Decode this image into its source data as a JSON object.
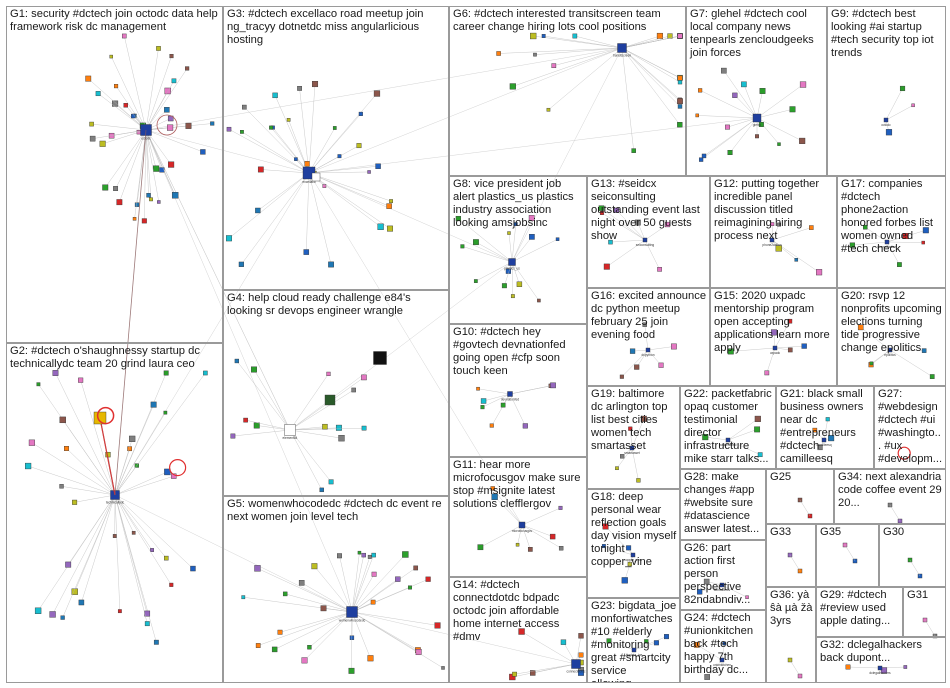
{
  "groups": [
    {
      "id": "G1",
      "label": "G1: security #dctech join octodc data help framework risk dc management"
    },
    {
      "id": "G2",
      "label": "G2: #dctech o'shaughnessy startup dc technicallydc team 20 grind laura ceo"
    },
    {
      "id": "G3",
      "label": "G3: #dctech excellaco road meetup join ng_tracyy dotnetdc miss angularlicious hosting"
    },
    {
      "id": "G4",
      "label": "G4: help cloud ready challenge e84's looking sr devops engineer wrangle"
    },
    {
      "id": "G5",
      "label": "G5: womenwhocodedc #dctech dc event re next women join level tech"
    },
    {
      "id": "G6",
      "label": "G6: #dctech interested transitscreen team career change hiring lots cool positions"
    },
    {
      "id": "G7",
      "label": "G7: glehel #dctech cool local company news tenpearls zencloudgeeks join forces"
    },
    {
      "id": "G8",
      "label": "G8: vice president job alert plastics_us plastics industry association looking amsjobsinc"
    },
    {
      "id": "G9",
      "label": "G9: #dctech best looking #ai startup #tech security top iot trends"
    },
    {
      "id": "G10",
      "label": "G10: #dctech hey #govtech devnationfed going open #cfp soon touch keen"
    },
    {
      "id": "G11",
      "label": "G11: hear more microfocusgov make sure stop #msignite latest solutions clefflergov"
    },
    {
      "id": "G12",
      "label": "G12: putting together incredible panel discussion titled reimagining hiring process next"
    },
    {
      "id": "G13",
      "label": "G13: #seidcx seiconsulting outstanding event last night over 50 guests show"
    },
    {
      "id": "G14",
      "label": "G14: #dctech connectdotdc bdpadc octodc join affordable home internet access #dmv"
    },
    {
      "id": "G15",
      "label": "G15: 2020 uxpadc mentorship program open accepting applications learn more apply"
    },
    {
      "id": "G16",
      "label": "G16: excited announce dc python meetup february 25 join evening food"
    },
    {
      "id": "G17",
      "label": "G17: companies #dctech phone2action honored forbes list women owned #tech check"
    },
    {
      "id": "G18",
      "label": "G18: deep personal wear reflection goals day vision myself tonight copper_vine"
    },
    {
      "id": "G19",
      "label": "G19: baltimore dc arlington top list best cities women tech smartasset"
    },
    {
      "id": "G20",
      "label": "G20: rsvp 12 nonprofits upcoming elections turning tide progressive change epolitics"
    },
    {
      "id": "G21",
      "label": "G21: black small business owners near dc #entrepreneurs #dctech camilleesq"
    },
    {
      "id": "G22",
      "label": "G22: packetfabric opaq customer testimonial director infrastructure mike starr talks..."
    },
    {
      "id": "G23",
      "label": "G23: bigdata_joe monfortiwatches #10 #elderly #monitoring great #smartcity service allowing..."
    },
    {
      "id": "G24",
      "label": "G24: #dctech #unionkitchen back #tech happy 7th birthday dc..."
    },
    {
      "id": "G25",
      "label": "G25"
    },
    {
      "id": "G26",
      "label": "G26: part action first person perspective 82ndabndiv..."
    },
    {
      "id": "G27",
      "label": "G27: #webdesign #dctech #ui #washingto... #ux #developm..."
    },
    {
      "id": "G28",
      "label": "G28: make changes #app #website sure #datascience answer latest..."
    },
    {
      "id": "G29",
      "label": "G29: #dctech #review used apple dating..."
    },
    {
      "id": "G30",
      "label": "G30"
    },
    {
      "id": "G31",
      "label": "G31"
    },
    {
      "id": "G32",
      "label": "G32: dclegalhackers back dupont..."
    },
    {
      "id": "G33",
      "label": "G33"
    },
    {
      "id": "G34",
      "label": "G34: next alexandria code coffee event 29 20..."
    },
    {
      "id": "G35",
      "label": "G35"
    },
    {
      "id": "G36",
      "label": "G36: yà ŝà µà žà 3yrs"
    }
  ],
  "node_labels": {
    "octodc": "octodc",
    "technicallydc": "technicallydc",
    "womenwhocodedc": "womenwhocodedc",
    "excellaco": "excellaco",
    "transitscreen": "transitscreen",
    "glehel": "glehel",
    "plastics_us": "plastics_us",
    "element84": "element84",
    "devnationfed": "devnationfed",
    "microfocusgov": "microfocusgov",
    "connectdotdc": "connectdotdc",
    "dc_python": "dcpython",
    "seiconsulting": "seiconsulting",
    "uxpadc": "uxpadc",
    "phone2action": "phone2action",
    "copper_vine": "copper_vine",
    "smartasset": "smartasset",
    "epolitics": "epolitics",
    "camilleesq": "camilleesq",
    "packetfabric": "packetfabric",
    "bigdata_joe": "bigdata_joe",
    "unionkitchen": "unionkitchen",
    "82ndabndiv": "82ndabndiv",
    "dclegalhackers": "dclegalhackers"
  },
  "colors": {
    "frame": "#9a9a9a",
    "edge": "#b8b8b8",
    "edge_strong": "#8a5a5a",
    "self_loop": "#e03030",
    "text": "#1a1a1a"
  }
}
